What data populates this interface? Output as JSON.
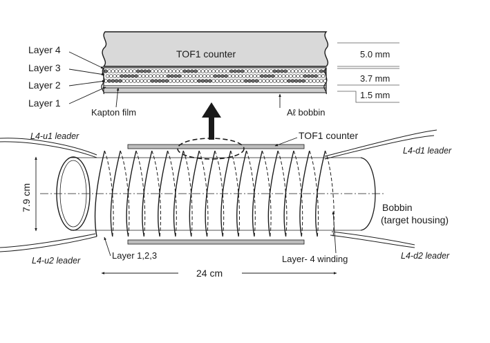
{
  "cross_section": {
    "layer_labels": [
      "Layer 4",
      "Layer 3",
      "Layer 2",
      "Layer 1"
    ],
    "counter_label": "TOF1 counter",
    "kapton_label": "Kapton film",
    "bobbin_label": "Aℓ bobbin",
    "dimensions": [
      "5.0 mm",
      "3.7 mm",
      "1.5 mm"
    ]
  },
  "assembly": {
    "tof1_label": "TOF1 counter",
    "leaders": {
      "u1": "L4-u1 leader",
      "d1": "L4-d1 leader",
      "u2": "L4-u2 leader",
      "d2": "L4-d2 leader"
    },
    "diameter": "7.9 cm",
    "length": "24 cm",
    "bobbin_line1": "Bobbin",
    "bobbin_line2": "(target housing)",
    "layers_123": "Layer 1,2,3",
    "layer4_winding": "Layer- 4 winding"
  },
  "colors": {
    "ink": "#1a1a1a",
    "counter_fill": "#d9d9d9",
    "wire_dark": "#6e6e6e",
    "wire_light": "#ffffff"
  }
}
